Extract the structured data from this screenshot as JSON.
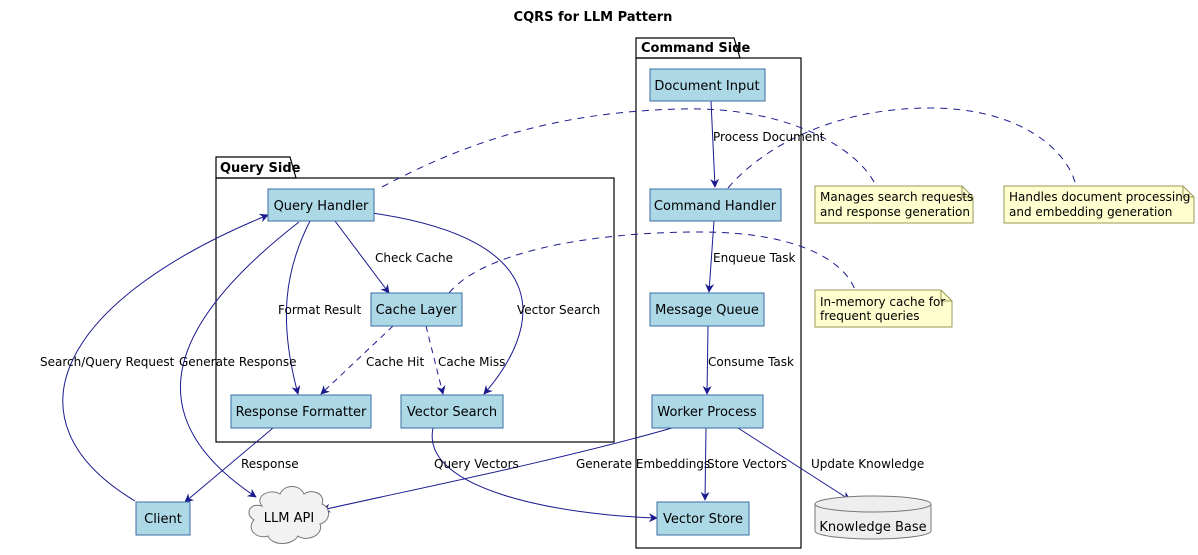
{
  "title": "CQRS for LLM Pattern",
  "packages": {
    "command": "Command Side",
    "query": "Query Side"
  },
  "nodes": {
    "document_input": "Document Input",
    "command_handler": "Command Handler",
    "message_queue": "Message Queue",
    "worker_process": "Worker Process",
    "vector_store": "Vector Store",
    "query_handler": "Query Handler",
    "cache_layer": "Cache Layer",
    "response_formatter": "Response Formatter",
    "vector_search": "Vector Search",
    "client": "Client",
    "llm_api": "LLM API",
    "knowledge_base": "Knowledge Base"
  },
  "edges": {
    "process_document": "Process Document",
    "enqueue_task": "Enqueue Task",
    "consume_task": "Consume Task",
    "generate_embeddings": "Generate Embeddings",
    "store_vectors": "Store Vectors",
    "update_knowledge": "Update Knowledge",
    "check_cache": "Check Cache",
    "format_result": "Format Result",
    "vector_search": "Vector Search",
    "cache_hit": "Cache Hit",
    "cache_miss": "Cache Miss",
    "search_query_request": "Search/Query Request",
    "generate_response": "Generate Response",
    "response": "Response",
    "query_vectors": "Query Vectors"
  },
  "notes": {
    "query_handler": [
      "Manages search requests",
      "and response generation"
    ],
    "command_handler": [
      "Handles document processing",
      "and embedding generation"
    ],
    "cache_layer": [
      "In-memory cache for",
      "frequent queries"
    ]
  }
}
